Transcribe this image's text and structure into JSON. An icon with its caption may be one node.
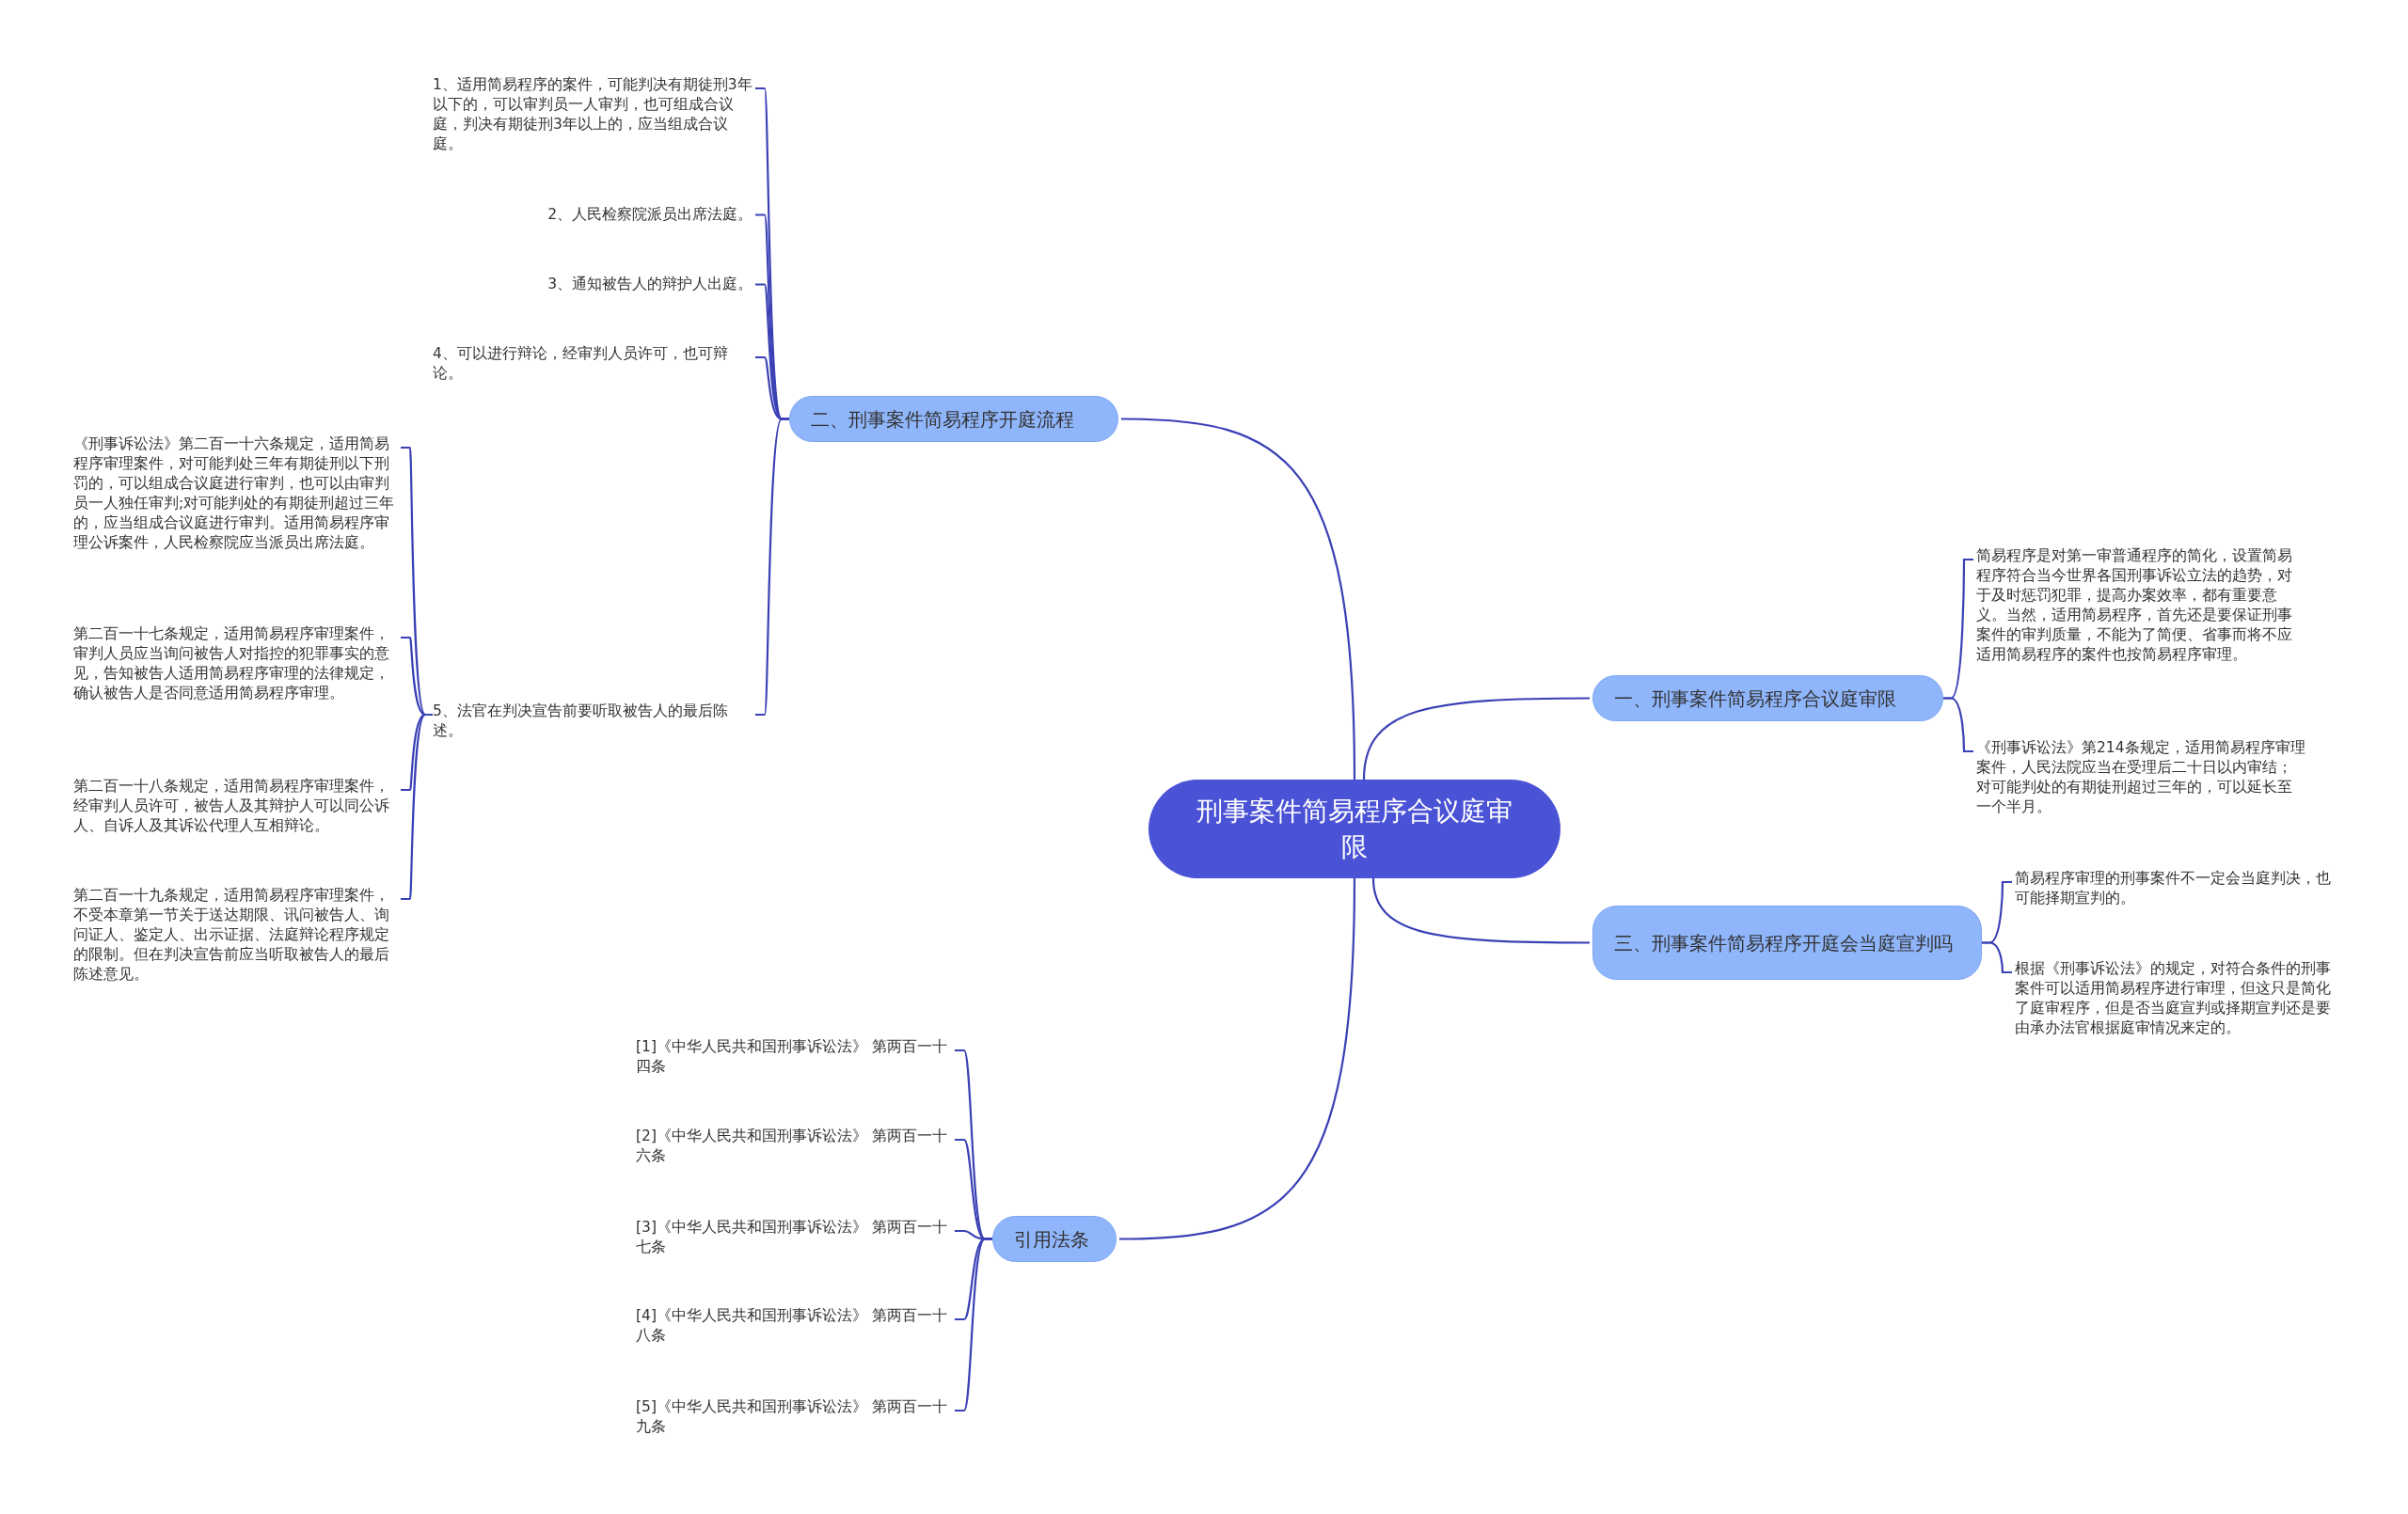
{
  "diagram": {
    "nodes": [
      {
        "text": [
          "刑事案件简易程序合议庭审限"
        ]
      },
      {
        "text": [
          "二、刑事案件简易程序开庭流程"
        ]
      },
      {
        "text": [
          "1、适用简易程序的案件，可能判决有期徒刑3年以下的，可以审判员一人审判，也可组成合议庭，判决有期徒刑3年以上的，应当组成合议庭。"
        ]
      },
      {
        "text": [
          "2、人民检察院派员出席法庭。"
        ]
      },
      {
        "text": [
          "3、通知被告人的辩护人出庭。"
        ]
      },
      {
        "text": [
          "4、可以进行辩论，经审判人员许可，也可辩论。"
        ]
      },
      {
        "text": [
          "5、法官在判决宣告前要听取被告人的最后陈述。"
        ]
      },
      {
        "text": [
          "《刑事诉讼法》第二百一十六条规定，适用简易程序审理案件，对可能判处三年有期徒刑以下刑罚的，可以组成合议庭进行审判，也可以由审判员一人独任审判;对可能判处的有期徒刑超过三年的，应当组成合议庭进行审判。适用简易程序审理公诉案件，人民检察院应当派员出席法庭。"
        ]
      },
      {
        "text": [
          "第二百一十七条规定，适用简易程序审理案件，审判人员应当询问被告人对指控的犯罪事实的意见，告知被告人适用简易程序审理的法律规定，确认被告人是否同意适用简易程序审理。"
        ]
      },
      {
        "text": [
          "第二百一十八条规定，适用简易程序审理案件，经审判人员许可，被告人及其辩护人可以同公诉人、自诉人及其诉讼代理人互相辩论。"
        ]
      },
      {
        "text": [
          "第二百一十九条规定，适用简易程序审理案件，不受本章第一节关于送达期限、讯问被告人、询问证人、鉴定人、出示证据、法庭辩论程序规定的限制。但在判决宣告前应当听取被告人的最后陈述意见。"
        ]
      },
      {
        "text": [
          "一、刑事案件简易程序合议庭审限"
        ]
      },
      {
        "text": [
          "简易程序是对第一审普通程序的简化，设置简易程序符合当今世界各国刑事诉讼立法的趋势，对于及时惩罚犯罪，提高办案效率，都有重要意义。当然，适用简易程序，首先还是要保证刑事案件的审判质量，不能为了简便、省事而将不应适用简易程序的案件也按简易程序审理。"
        ]
      },
      {
        "text": [
          "《刑事诉讼法》第214条规定，适用简易程序审理案件，人民法院应当在受理后二十日以内审结；对可能判处的有期徒刑超过三年的，可以延长至一个半月。"
        ]
      },
      {
        "text": [
          "三、刑事案件简易程序开庭会当庭宣判吗"
        ]
      },
      {
        "text": [
          "简易程序审理的刑事案件不一定会当庭判决，也可能择期宣判的。"
        ]
      },
      {
        "text": [
          "根据《刑事诉讼法》的规定，对符合条件的刑事案件可以适用简易程序进行审理，但这只是简化了庭审程序，但是否当庭宣判或择期宣判还是要由承办法官根据庭审情况来定的。"
        ]
      },
      {
        "text": [
          "引用法条"
        ]
      },
      {
        "text": [
          "[1]《中华人民共和国刑事诉讼法》 第两百一十四条"
        ]
      },
      {
        "text": [
          "[2]《中华人民共和国刑事诉讼法》 第两百一十六条"
        ]
      },
      {
        "text": [
          "[3]《中华人民共和国刑事诉讼法》 第两百一十七条"
        ]
      },
      {
        "text": [
          "[4]《中华人民共和国刑事诉讼法》 第两百一十八条"
        ]
      },
      {
        "text": [
          "[5]《中华人民共和国刑事诉讼法》 第两百一十九条"
        ]
      }
    ],
    "edges": [
      {
        "from": 0,
        "to": 1,
        "arrow": "none"
      },
      {
        "from": 1,
        "to": 2,
        "arrow": "none"
      },
      {
        "from": 1,
        "to": 3,
        "arrow": "none"
      },
      {
        "from": 1,
        "to": 4,
        "arrow": "none"
      },
      {
        "from": 1,
        "to": 5,
        "arrow": "none"
      },
      {
        "from": 1,
        "to": 6,
        "arrow": "none"
      },
      {
        "from": 6,
        "to": 7,
        "arrow": "none"
      },
      {
        "from": 6,
        "to": 8,
        "arrow": "none"
      },
      {
        "from": 6,
        "to": 9,
        "arrow": "none"
      },
      {
        "from": 6,
        "to": 10,
        "arrow": "none"
      },
      {
        "from": 0,
        "to": 11,
        "arrow": "none"
      },
      {
        "from": 11,
        "to": 12,
        "arrow": "none"
      },
      {
        "from": 11,
        "to": 13,
        "arrow": "none"
      },
      {
        "from": 0,
        "to": 14,
        "arrow": "none"
      },
      {
        "from": 14,
        "to": 15,
        "arrow": "none"
      },
      {
        "from": 14,
        "to": 16,
        "arrow": "none"
      },
      {
        "from": 0,
        "to": 17,
        "arrow": "none"
      },
      {
        "from": 17,
        "to": 18,
        "arrow": "none"
      },
      {
        "from": 17,
        "to": 19,
        "arrow": "none"
      },
      {
        "from": 17,
        "to": 20,
        "arrow": "none"
      },
      {
        "from": 17,
        "to": 21,
        "arrow": "none"
      },
      {
        "from": 17,
        "to": 22,
        "arrow": "none"
      }
    ]
  }
}
